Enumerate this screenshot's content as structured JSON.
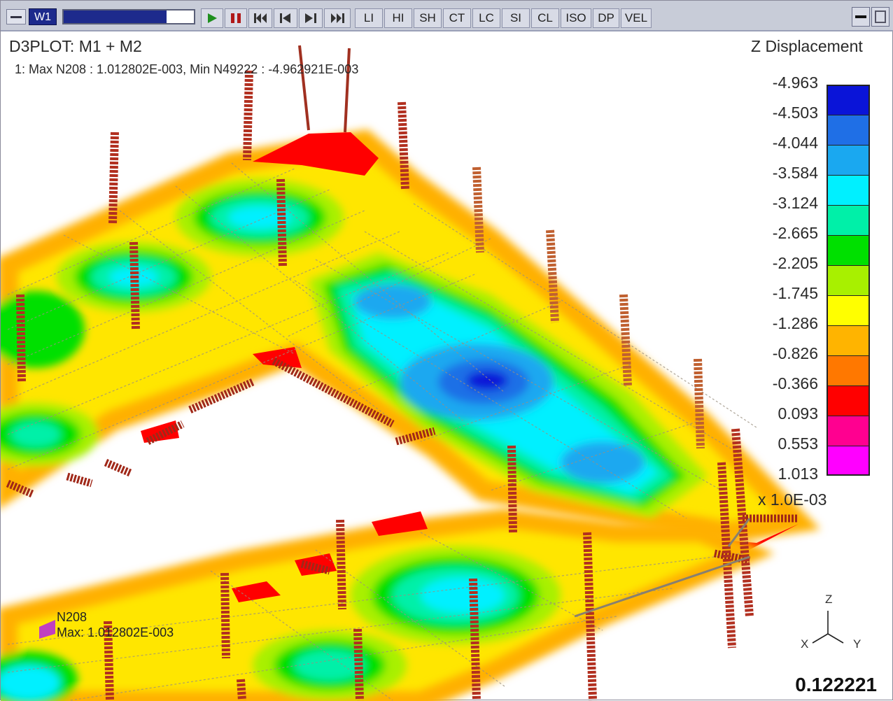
{
  "toolbar": {
    "window_label": "W1",
    "progress_fraction": 0.79,
    "buttons": [
      {
        "name": "play-button",
        "type": "play",
        "label": ""
      },
      {
        "name": "pause-button",
        "type": "pause",
        "label": ""
      },
      {
        "name": "first-frame-button",
        "type": "first",
        "label": ""
      },
      {
        "name": "prev-frame-button",
        "type": "prev",
        "label": ""
      },
      {
        "name": "next-frame-button",
        "type": "next",
        "label": ""
      },
      {
        "name": "last-frame-button",
        "type": "last",
        "label": ""
      },
      {
        "name": "li-button",
        "type": "text",
        "label": "LI"
      },
      {
        "name": "hi-button",
        "type": "text",
        "label": "HI"
      },
      {
        "name": "sh-button",
        "type": "text",
        "label": "SH"
      },
      {
        "name": "ct-button",
        "type": "text",
        "label": "CT"
      },
      {
        "name": "lc-button",
        "type": "text",
        "label": "LC"
      },
      {
        "name": "si-button",
        "type": "text",
        "label": "SI"
      },
      {
        "name": "cl-button",
        "type": "text",
        "label": "CL"
      },
      {
        "name": "iso-button",
        "type": "text",
        "label": "ISO"
      },
      {
        "name": "dp-button",
        "type": "text",
        "label": "DP"
      },
      {
        "name": "vel-button",
        "type": "text",
        "label": "VEL"
      }
    ]
  },
  "plot": {
    "title": "D3PLOT: M1 + M2",
    "subtitle": "1: Max N208 : 1.012802E-003, Min N49222 : -4.962921E-003",
    "node_label_line1": "N208",
    "node_label_line2": "Max: 1.012802E-003",
    "time_value": "0.122221"
  },
  "colorbar": {
    "title": "Z Displacement",
    "scale": "x 1.0E-03",
    "levels": [
      "-4.963",
      "-4.503",
      "-4.044",
      "-3.584",
      "-3.124",
      "-2.665",
      "-2.205",
      "-1.745",
      "-1.286",
      "-0.826",
      "-0.366",
      "0.093",
      "0.553",
      "1.013"
    ],
    "colors": [
      "#0a14d8",
      "#1f6fe6",
      "#1aa8f0",
      "#00f0ff",
      "#00f0a8",
      "#00e000",
      "#a8f000",
      "#ffff00",
      "#ffb400",
      "#ff7800",
      "#ff0000",
      "#ff0090",
      "#ff00ff"
    ]
  },
  "axes": {
    "z": "Z",
    "x": "X",
    "y": "Y"
  }
}
